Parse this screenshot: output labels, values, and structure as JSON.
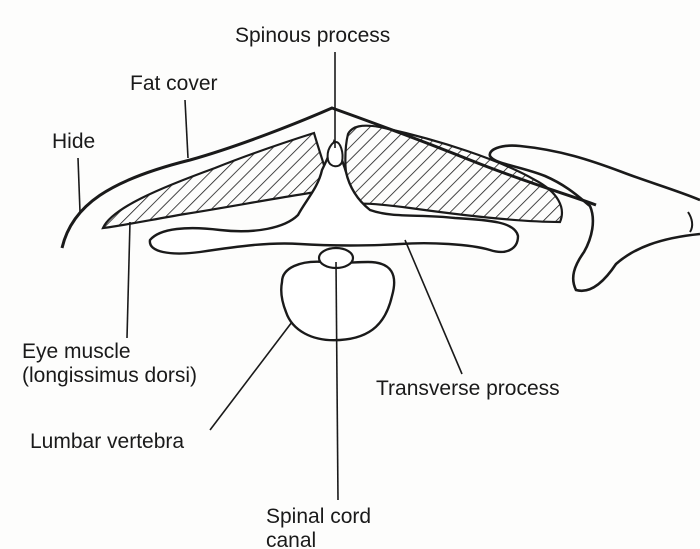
{
  "diagram": {
    "labels": {
      "spinous_process": "Spinous process",
      "fat_cover": "Fat cover",
      "hide": "Hide",
      "eye_muscle_line1": "Eye muscle",
      "eye_muscle_line2": "(longissimus dorsi)",
      "transverse_process": "Transverse process",
      "lumbar_vertebra": "Lumbar vertebra",
      "spinal_cord_line1": "Spinal cord",
      "spinal_cord_line2": "canal"
    },
    "colors": {
      "ink": "#1a1a1a",
      "paper": "#fdfdfc"
    }
  }
}
